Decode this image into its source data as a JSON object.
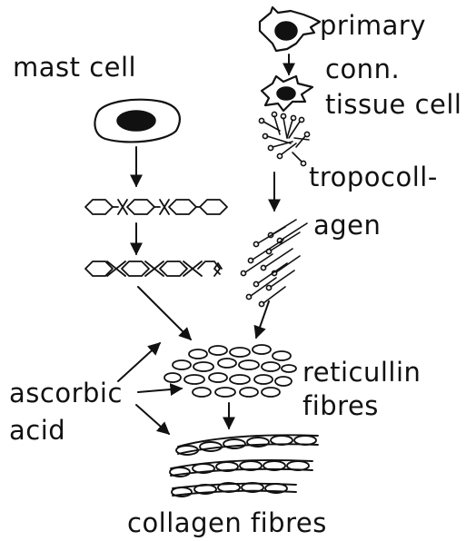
{
  "labels": {
    "mast_cell": "mast  cell",
    "primary": "primary",
    "conn": "conn.",
    "tissue_cell": "tissue cell",
    "tropocoll": "tropocoll-",
    "agen": "agen",
    "reticullin": "reticullin",
    "fibres_right": "fibres",
    "ascorbic": "ascorbic",
    "acid": "acid",
    "collagen_fibres": "collagen fibres"
  },
  "colors": {
    "ink": "#111111",
    "background": "#ffffff"
  }
}
